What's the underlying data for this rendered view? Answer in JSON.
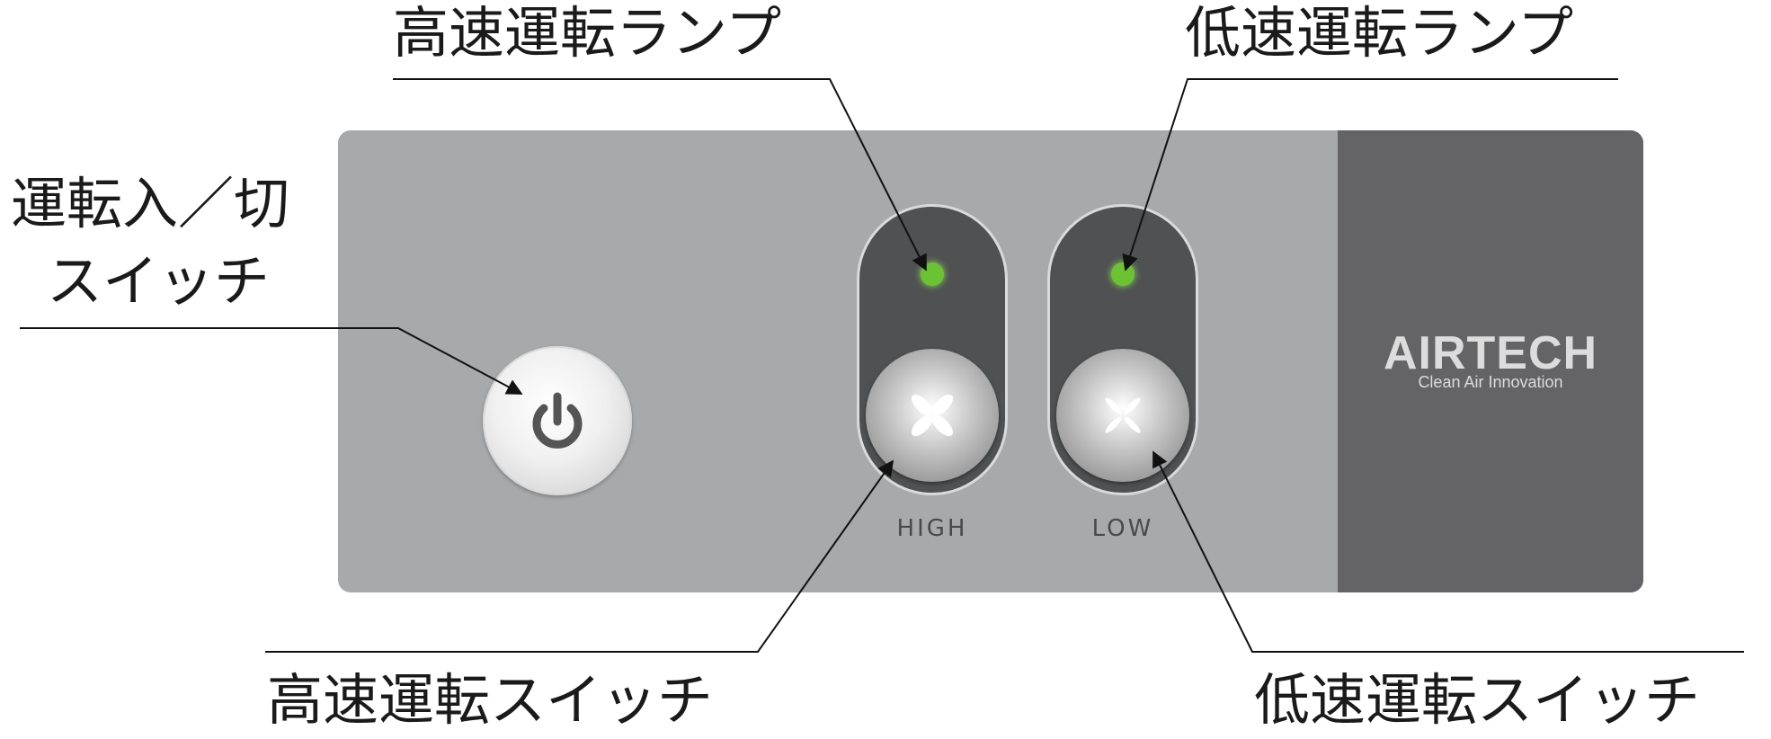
{
  "callouts": {
    "high_lamp": "高速運転ランプ",
    "low_lamp": "低速運転ランプ",
    "power_line1": "運転入／切",
    "power_line2": "スイッチ",
    "high_switch": "高速運転スイッチ",
    "low_switch": "低速運転スイッチ"
  },
  "panel": {
    "high_label": "HIGH",
    "low_label": "LOW",
    "brand_name": "AIRTECH",
    "brand_tagline": "Clean Air Innovation",
    "colors": {
      "panel": "#a7a9ab",
      "brand_area": "#646466",
      "capsule": "#4f5152",
      "lamp_on": "#6cc332"
    },
    "lamps": {
      "high": "on",
      "low": "on"
    },
    "icons": {
      "power": "power-icon",
      "high_fan": "fan-large-icon",
      "low_fan": "fan-small-icon"
    }
  }
}
